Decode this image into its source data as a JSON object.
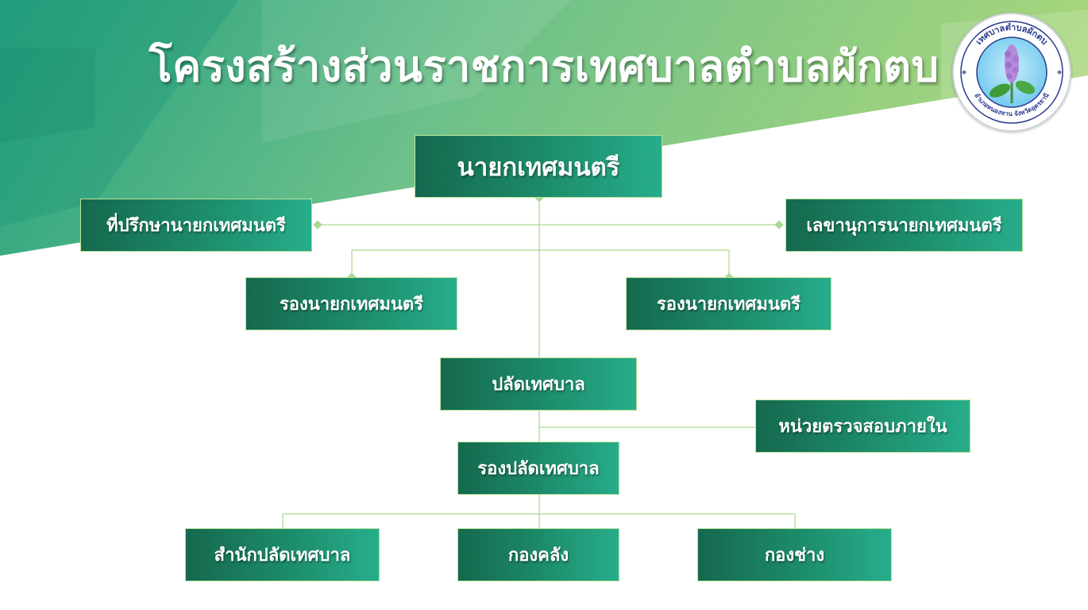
{
  "title": "โครงสร้างส่วนราชการเทศบาลตำบลผักตบ",
  "logo": {
    "top_text": "เทศบาลตำบลผักตบ",
    "bottom_text": "อำเภอหนองหาน จังหวัดอุดรธานี"
  },
  "nodes": {
    "mayor": "นายกเทศมนตรี",
    "advisor": "ที่ปรึกษานายกเทศมนตรี",
    "secretary": "เลขานุการนายกเทศมนตรี",
    "deputy_mayor_1": "รองนายกเทศมนตรี",
    "deputy_mayor_2": "รองนายกเทศมนตรี",
    "municipal_clerk": "ปลัดเทศบาล",
    "internal_audit": "หน่วยตรวจสอบภายใน",
    "deputy_clerk": "รองปลัดเทศบาล",
    "clerk_office": "สำนักปลัดเทศบาล",
    "finance_division": "กองคลัง",
    "engineering_division": "กองช่าง"
  },
  "colors": {
    "box_dark": "#15684e",
    "box_light": "#27ad8b",
    "line": "#a9d98f",
    "bg_green_light": "#a3d47c",
    "bg_green_dark": "#23a27f"
  }
}
